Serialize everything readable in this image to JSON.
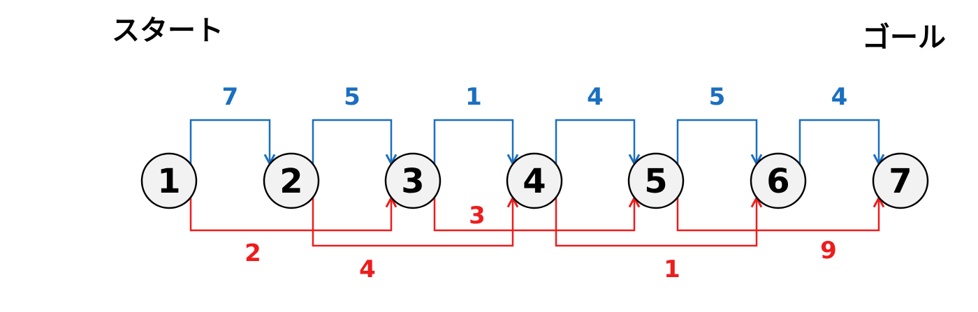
{
  "labels": {
    "start": "スタート",
    "goal": "ゴール"
  },
  "colors": {
    "forward": "#1a6fc0",
    "skip": "#ee1c1c",
    "node_fill": "#f2f2f2",
    "node_stroke": "#000000",
    "text": "#000000"
  },
  "nodes": [
    "1",
    "2",
    "3",
    "4",
    "5",
    "6",
    "7"
  ],
  "forward_edges": [
    {
      "from": 1,
      "to": 2,
      "weight": "7"
    },
    {
      "from": 2,
      "to": 3,
      "weight": "5"
    },
    {
      "from": 3,
      "to": 4,
      "weight": "1"
    },
    {
      "from": 4,
      "to": 5,
      "weight": "4"
    },
    {
      "from": 5,
      "to": 6,
      "weight": "5"
    },
    {
      "from": 6,
      "to": 7,
      "weight": "4"
    }
  ],
  "skip_edges": [
    {
      "from": 1,
      "to": 3,
      "weight": "2"
    },
    {
      "from": 2,
      "to": 4,
      "weight": "4"
    },
    {
      "from": 3,
      "to": 5,
      "weight": "3"
    },
    {
      "from": 4,
      "to": 6,
      "weight": "1"
    },
    {
      "from": 5,
      "to": 7,
      "weight": "9"
    }
  ]
}
